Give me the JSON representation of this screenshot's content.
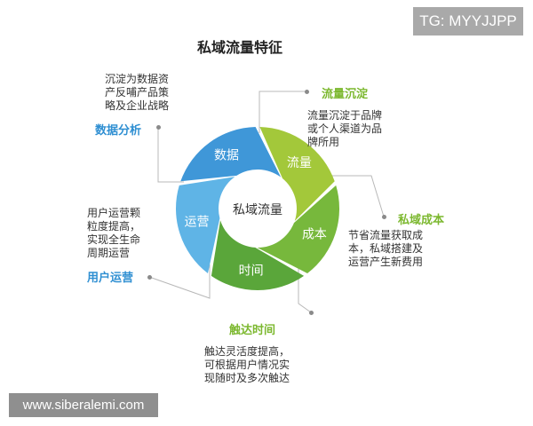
{
  "watermark_top": "TG: MYYJJPP",
  "title": "私域流量特征",
  "center_label": "私域流量",
  "colors": {
    "traffic": "#a3c83a",
    "cost": "#77b83c",
    "time": "#5aa63a",
    "ops": "#5fb4e6",
    "data": "#3f97d8",
    "green_label": "#7cb82f",
    "blue_label": "#2f8fd2"
  },
  "segments": [
    {
      "label": "流量"
    },
    {
      "label": "成本"
    },
    {
      "label": "时间"
    },
    {
      "label": "运营"
    },
    {
      "label": "数据"
    }
  ],
  "features": {
    "traffic": {
      "title": "流量沉淀",
      "desc": [
        "流量沉淀于品牌",
        "或个人渠道为品",
        "牌所用"
      ]
    },
    "cost": {
      "title": "私域成本",
      "desc": [
        "节省流量获取成",
        "本，私域搭建及",
        "运营产生新费用"
      ]
    },
    "time": {
      "title": "触达时间",
      "desc": [
        "触达灵活度提高，",
        "可根据用户情况实",
        "现随时及多次触达"
      ]
    },
    "ops": {
      "title": "用户运营",
      "desc": [
        "用户运营颗",
        "粒度提高，",
        "实现全生命",
        "周期运营"
      ]
    },
    "data": {
      "title": "数据分析",
      "desc": [
        "沉淀为数据资",
        "产反哺产品策",
        "略及企业战略"
      ]
    }
  },
  "watermark_bottom": "www.siberalemi.com"
}
